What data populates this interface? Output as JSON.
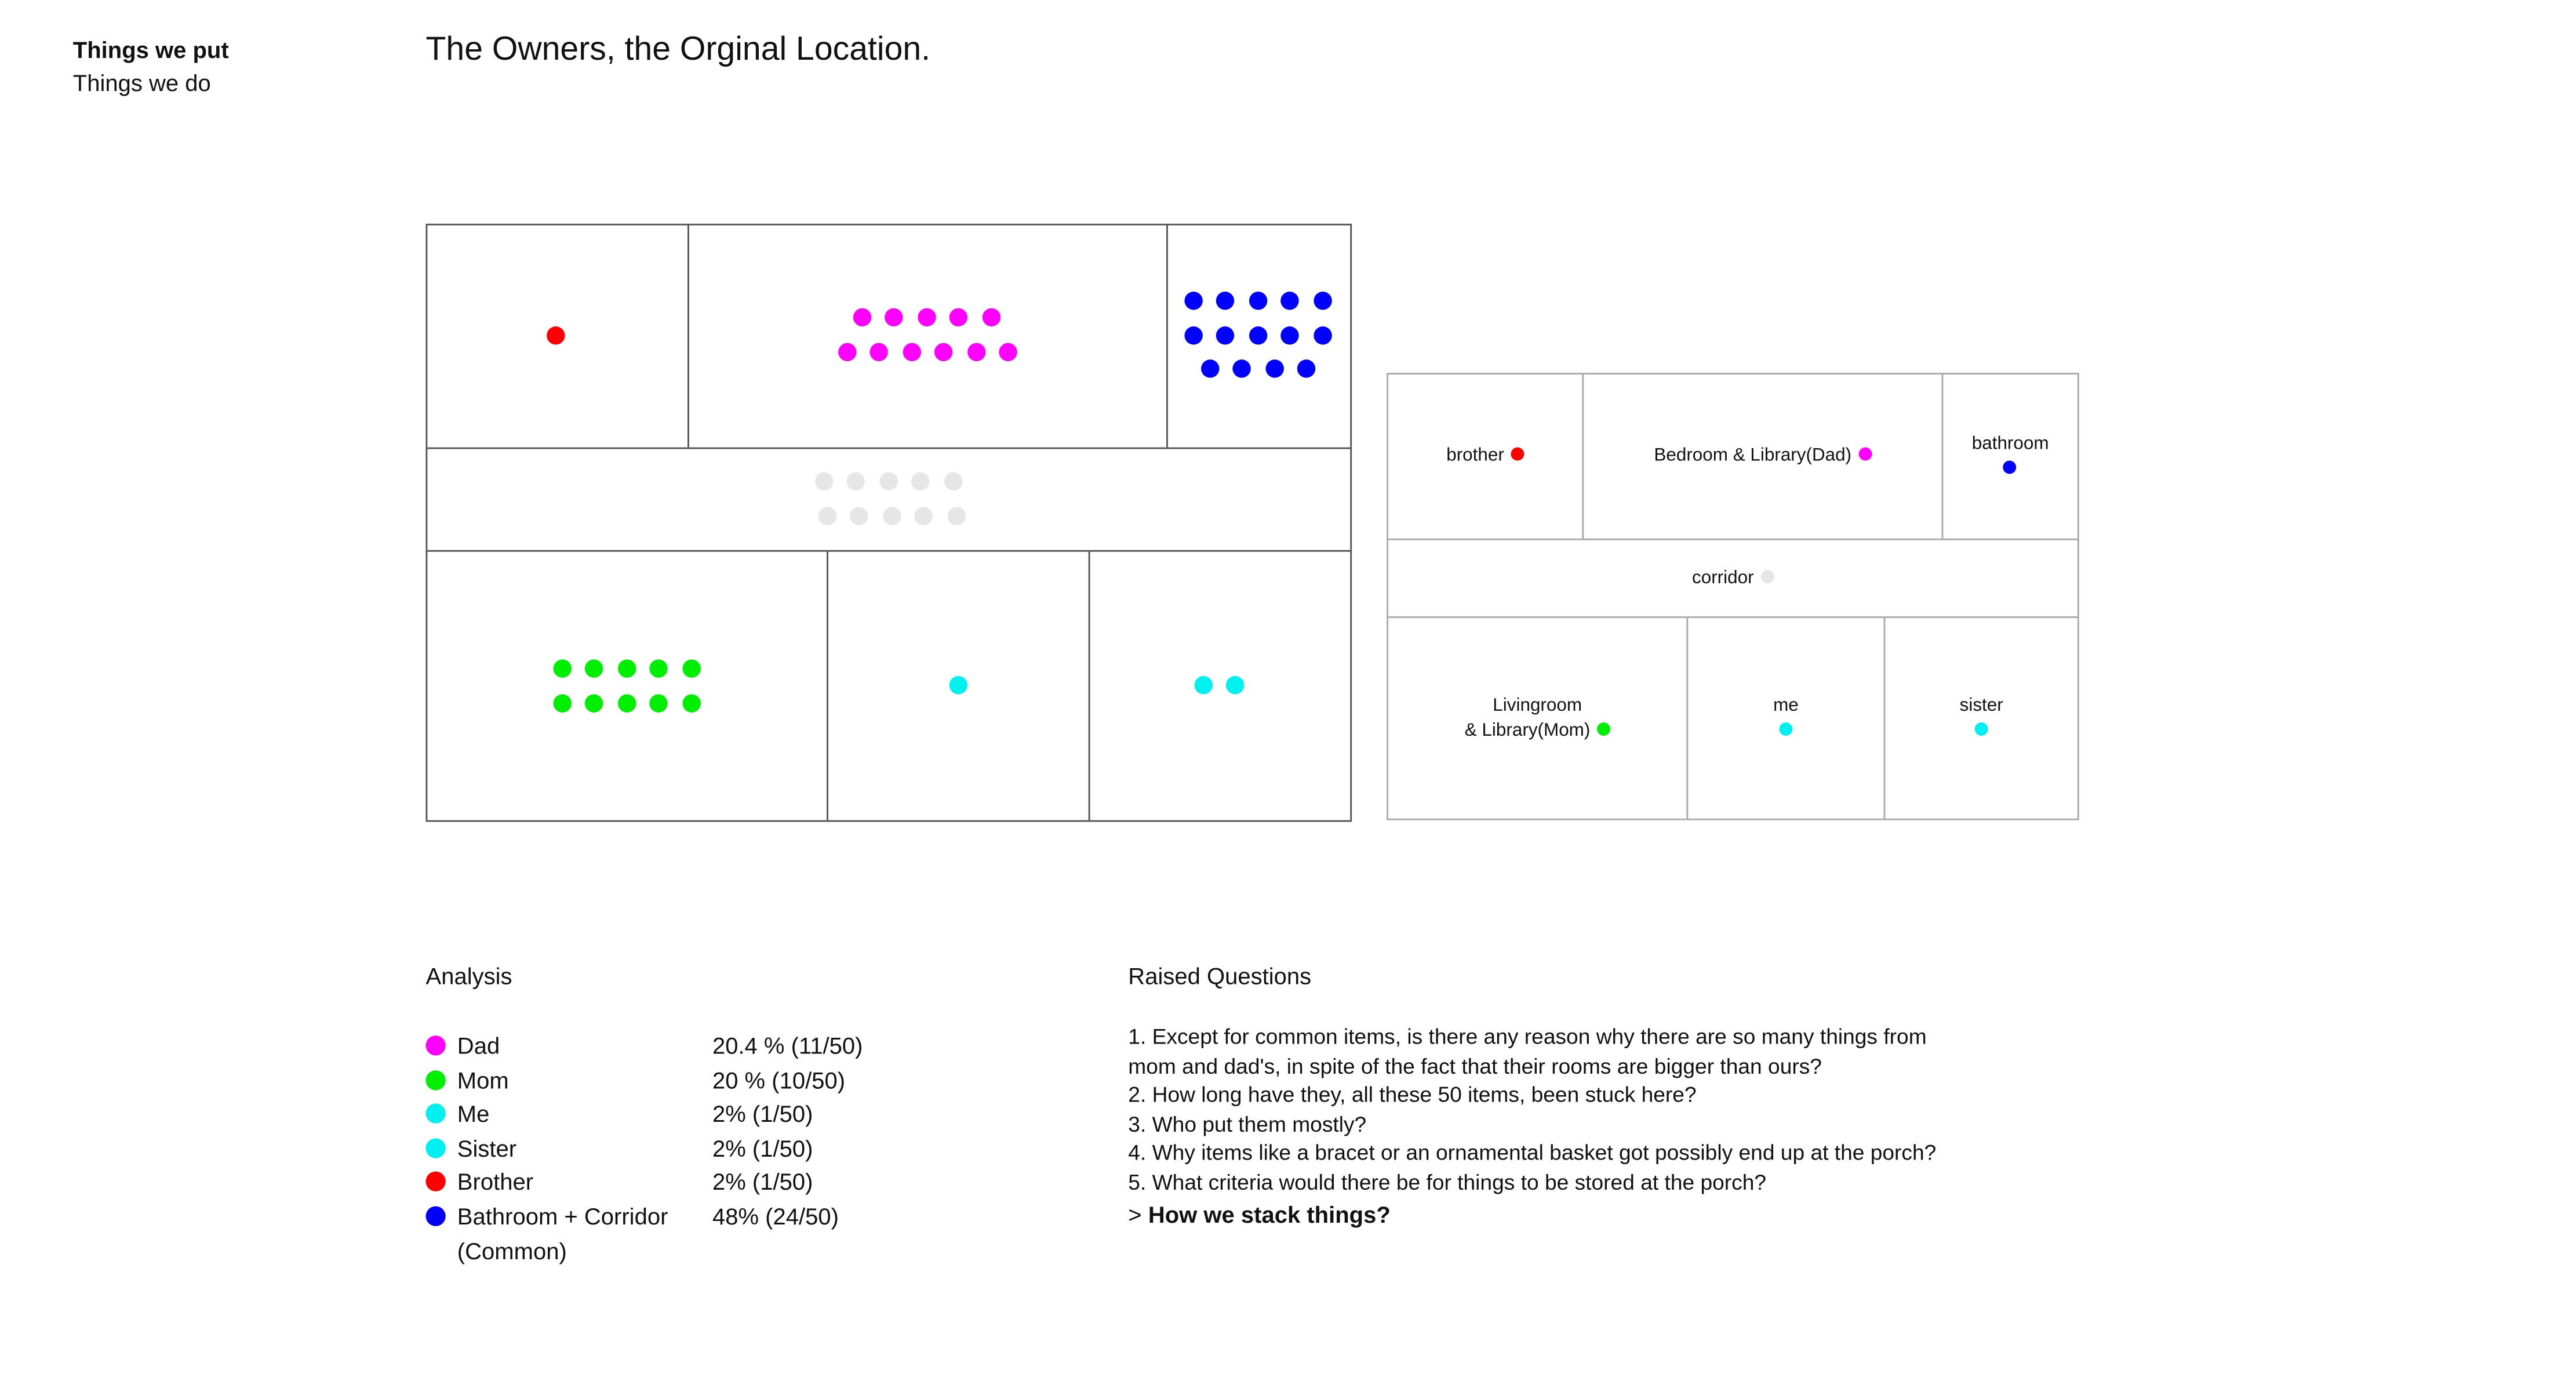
{
  "sidebar": {
    "active": "Things we put",
    "other": "Things we do"
  },
  "title": "The Owners, the Orginal Location.",
  "colors": {
    "brother": "#ff0000",
    "dad": "#ff00ff",
    "common": "#0000ff",
    "corridor": "#e6e6e6",
    "mom": "#00ee00",
    "me": "#00f0f0",
    "sister": "#00f0f0"
  },
  "plan_counts": {
    "brother": 1,
    "dad": 11,
    "bathroom": 14,
    "corridor": 10,
    "mom": 10,
    "me": 1,
    "sister": 2
  },
  "legend_plan": {
    "brother": "brother",
    "dad": "Bedroom & Library(Dad)",
    "bathroom": "bathroom",
    "corridor": "corridor",
    "mom_line1": "Livingroom",
    "mom_line2": "& Library(Mom)",
    "me": "me",
    "sister": "sister"
  },
  "analysis": {
    "heading": "Analysis",
    "rows": [
      {
        "name": "Dad",
        "value": "20.4 % (11/50)",
        "color": "#ff00ff"
      },
      {
        "name": "Mom",
        "value": "20 % (10/50)",
        "color": "#00ee00"
      },
      {
        "name": "Me",
        "value": "2% (1/50)",
        "color": "#00f0f0"
      },
      {
        "name": "Sister",
        "value": "2% (1/50)",
        "color": "#00f0f0"
      },
      {
        "name": "Brother",
        "value": "2% (1/50)",
        "color": "#ff0000"
      },
      {
        "name": "Bathroom + Corridor",
        "value": "48% (24/50)",
        "color": "#0000ff"
      }
    ],
    "last_row_cont": "(Common)"
  },
  "questions": {
    "heading": "Raised Questions",
    "lines": [
      "1. Except for common items, is there any reason why there are so many things from",
      "mom and dad's, in spite of the fact that their rooms are bigger than ours?",
      "2. How long have they, all these 50 items, been stuck here?",
      "3. Who put them mostly?",
      "4. Why items like a bracet or an ornamental basket got possibly end up at the porch?",
      "5. What criteria would there be for things to be stored at the porch?"
    ],
    "prefix": "> ",
    "bold": "How we stack things?"
  }
}
